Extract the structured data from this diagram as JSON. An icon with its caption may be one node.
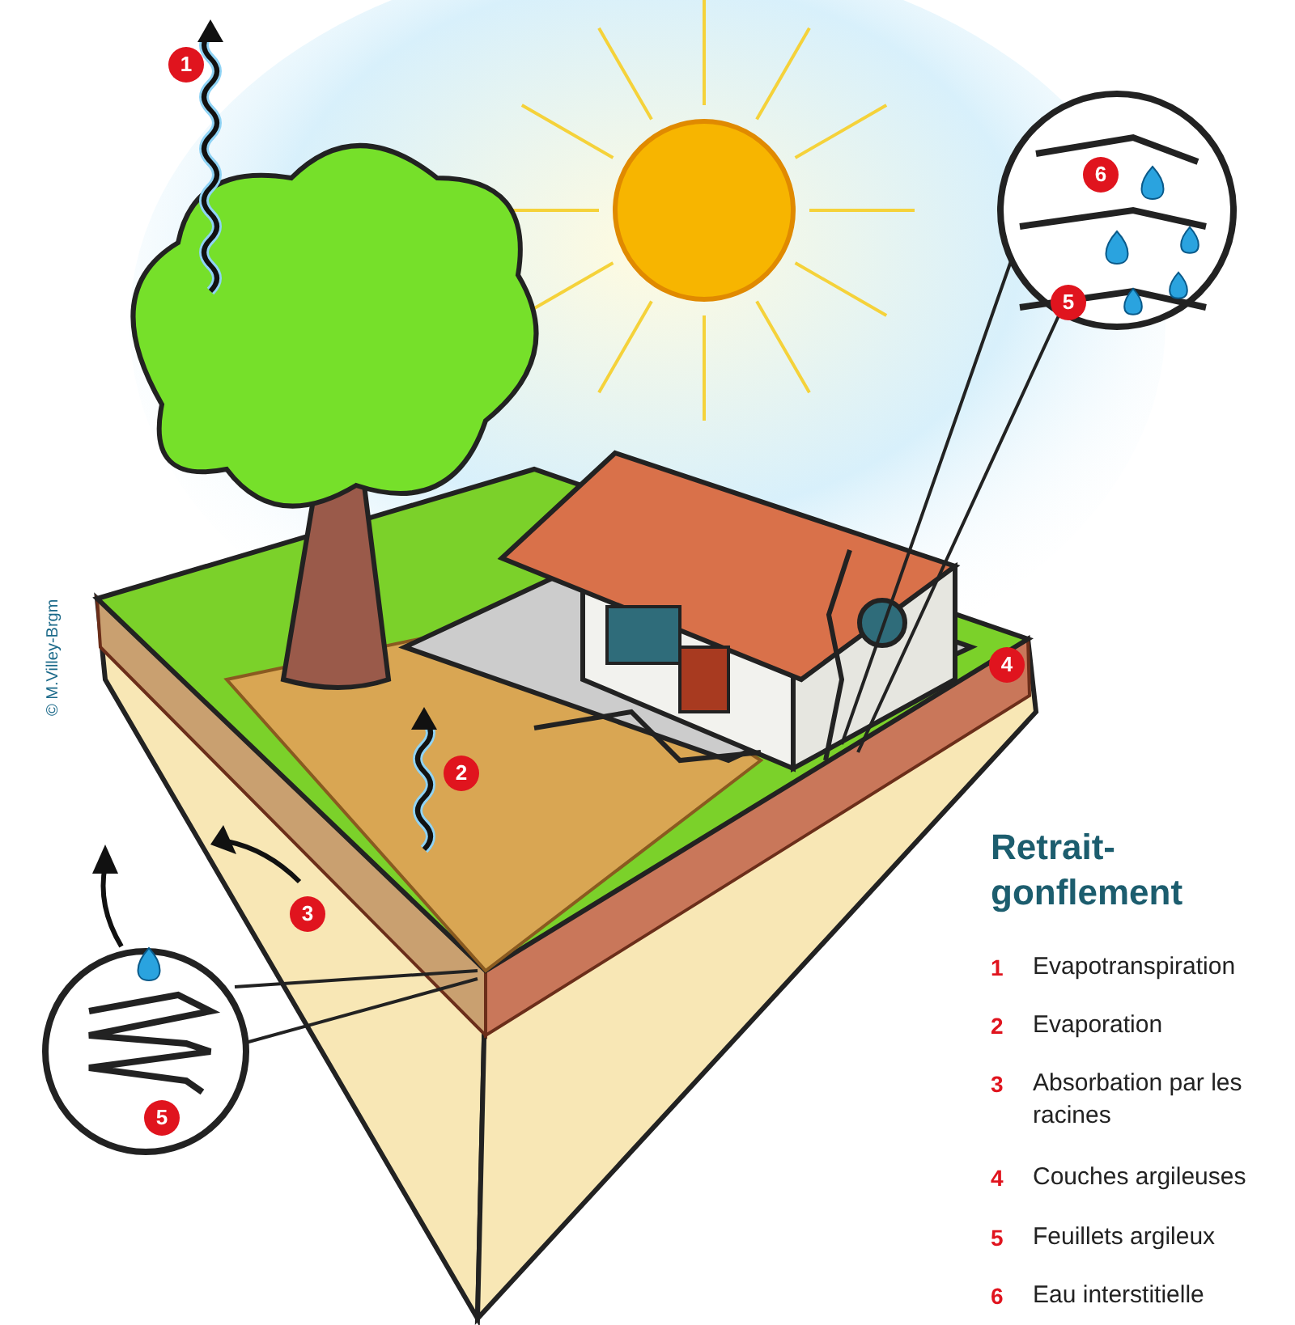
{
  "diagram": {
    "title": "Retrait-gonflement",
    "labels": [
      "1",
      "6",
      "5",
      "4",
      "2",
      "3",
      "5",
      "© M.Villey-Brgm",
      "1",
      "Evapotranspiration",
      "2",
      "Evaporation",
      "3",
      "Absorbation par les racines",
      "4",
      "Couches argileuses",
      "5",
      "Feuillets argileux",
      "6",
      "Eau interstitielle"
    ]
  }
}
